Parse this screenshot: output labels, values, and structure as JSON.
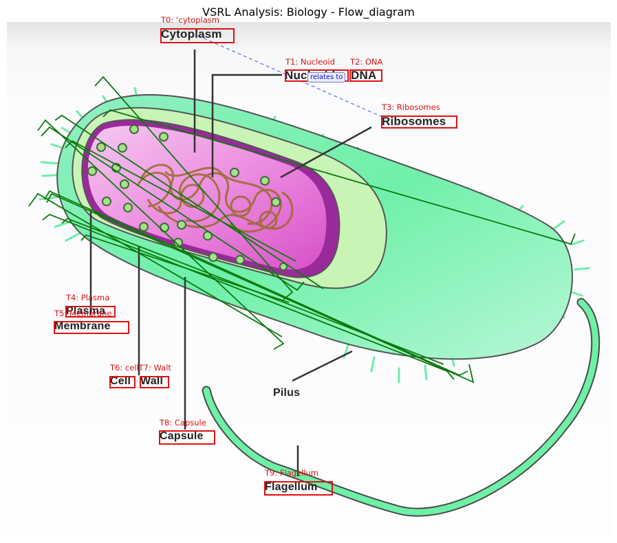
{
  "title": "VSRL Analysis: Biology - Flow_diagram",
  "labels": {
    "cytoplasm": "Cytoplasm",
    "nucleoid": "Nucleoid",
    "dna": "DNA",
    "ribosomes": "Ribosomes",
    "plasma": "Plasma",
    "membrane": "Membrane",
    "cell": "Cell",
    "wall": "Wall",
    "capsule": "Capsule",
    "flagellum": "Flagellum",
    "pilus": "Pilus"
  },
  "tags": {
    "t0": "T0: ‘cytoplasm",
    "t1": "T1: Nucleoid",
    "t2": "T2: ONA",
    "t3": "T3: Ribosomes",
    "t4": "T4: Plasma",
    "t5": "T5: Membrane",
    "t67": "T6: cellT7: Walt",
    "t8": "T8: Capsule",
    "t9": "T9: Flagellum"
  },
  "relation": "relates to",
  "colors": {
    "box": "#e01010",
    "tag": "#e01010",
    "relation": "#1010d0",
    "green_lines": "#0a7a0a",
    "capsule": "#5fe8a0",
    "cytoplasm": "#e070d8"
  }
}
